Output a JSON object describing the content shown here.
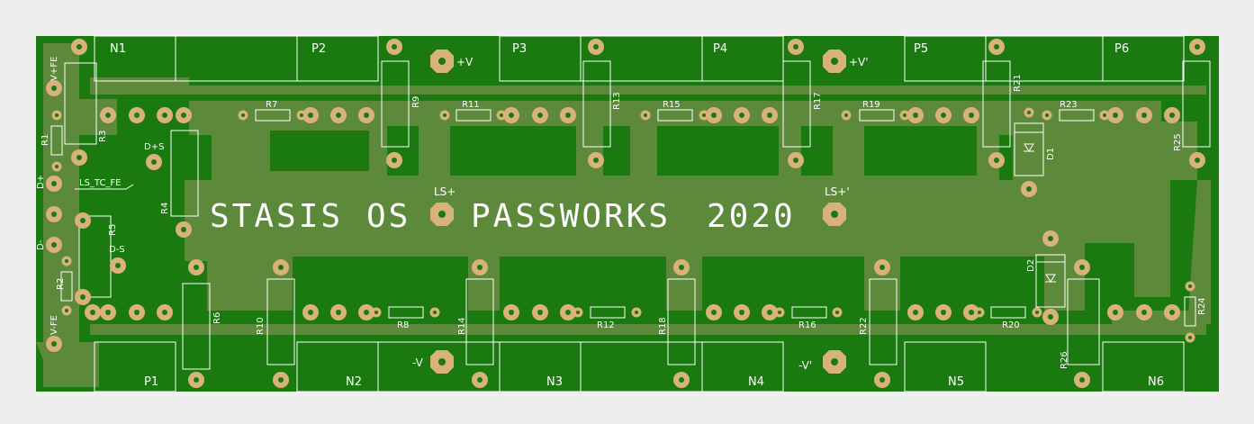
{
  "board": {
    "title_words": [
      "STASIS",
      "OS",
      "PASSWORKS",
      "2020"
    ],
    "colors": {
      "background": "#eeeeee",
      "substrate": "#1a7a10",
      "copper": "#5c8a3a",
      "pad": "#d9b17a",
      "silkscreen": "#ffffff"
    }
  },
  "labels": {
    "n1": "N1",
    "n2": "N2",
    "n3": "N3",
    "n4": "N4",
    "n5": "N5",
    "n6": "N6",
    "p1": "P1",
    "p2": "P2",
    "p3": "P3",
    "p4": "P4",
    "p5": "P5",
    "p6": "P6",
    "r1": "R1",
    "r2": "R2",
    "r3": "R3",
    "r4": "R4",
    "r5": "R5",
    "r6": "R6",
    "r7": "R7",
    "r8": "R8",
    "r9": "R9",
    "r10": "R10",
    "r11": "R11",
    "r12": "R12",
    "r13": "R13",
    "r14": "R14",
    "r15": "R15",
    "r16": "R16",
    "r17": "R17",
    "r18": "R18",
    "r19": "R19",
    "r20": "R20",
    "r21": "R21",
    "r22": "R22",
    "r23": "R23",
    "r24": "R24",
    "r25": "R25",
    "r26": "R26",
    "d1": "D1",
    "d2": "D2",
    "vplus": "+V",
    "vplus2": "+V'",
    "vminus": "-V",
    "vminus2": "-V'",
    "ls_plus": "LS+",
    "ls_plus2": "LS+'",
    "v_plus_fe": "V+FE",
    "v_minus_fe": "V-FE",
    "d_plus_s": "D+S",
    "d_minus_s": "D-S",
    "d_plus": "D+",
    "d_minus": "D-",
    "ls_tc_fe": "LS_TC_FE"
  }
}
